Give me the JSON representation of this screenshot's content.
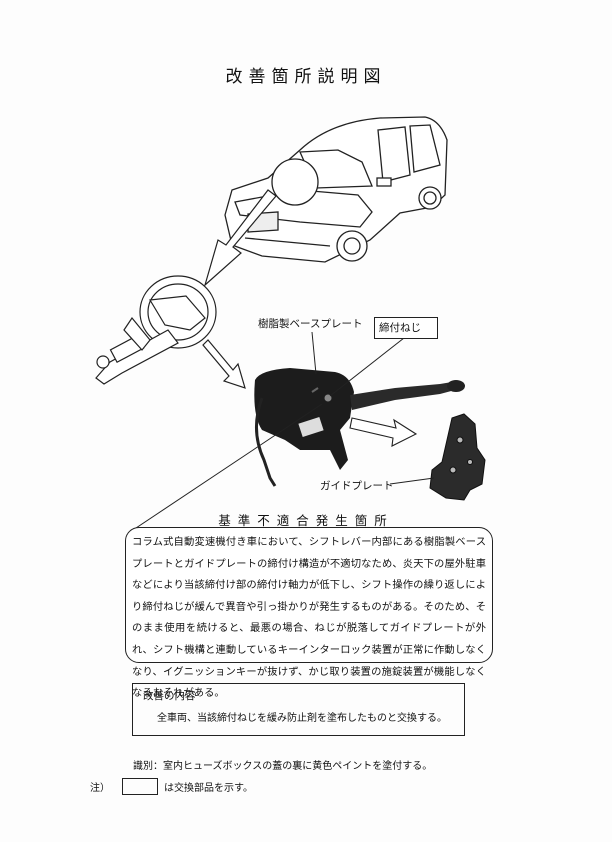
{
  "title": "改善箇所説明図",
  "callouts": {
    "resin_base_plate": "樹脂製ベースプレート",
    "fastening_screw": "締付ねじ",
    "guide_plate": "ガイドプレート"
  },
  "defect": {
    "heading": "基準不適合発生箇所",
    "text": "コラム式自動変速機付き車において、シフトレバー内部にある樹脂製ベースプレートとガイドプレートの締付け構造が不適切なため、炎天下の屋外駐車などにより当該締付け部の締付け軸力が低下し、シフト操作の繰り返しにより締付ねじが緩んで異音や引っ掛かりが発生するものがある。そのため、そのまま使用を続けると、最悪の場合、ねじが脱落してガイドプレートが外れ、シフト機構と連動しているキーインターロック装置が正常に作動しなくなり、イグニッションキーが抜けず、かじ取り装置の施錠装置が機能しなくなるおそれがある。"
  },
  "improvement": {
    "heading": "改善の内容",
    "text": "全車両、当該締付ねじを緩み防止剤を塗布したものと交換する。"
  },
  "identification": "識別：室内ヒューズボックスの蓋の裏に黄色ペイントを塗付する。",
  "note": {
    "prefix": "注）",
    "suffix": "は交換部品を示す。"
  }
}
